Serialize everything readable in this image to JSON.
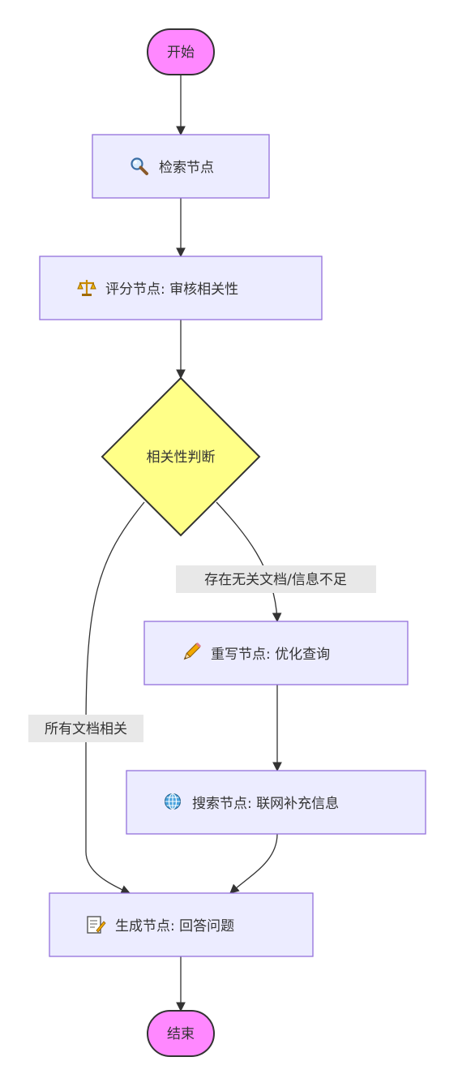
{
  "colors": {
    "terminal_fill": "#ff88ff",
    "terminal_stroke": "#333333",
    "process_fill": "#ececff",
    "process_stroke": "#9370db",
    "decision_fill": "#ffff88",
    "decision_stroke": "#333333",
    "edge": "#333333",
    "edge_label_bg": "#e8e8e8",
    "text": "#333333"
  },
  "nodes": {
    "start": {
      "label": "开始"
    },
    "retrieve": {
      "icon": "magnifier-icon",
      "label": "检索节点"
    },
    "grade": {
      "icon": "scales-icon",
      "label": "评分节点: 审核相关性"
    },
    "decision": {
      "label": "相关性判断"
    },
    "rewrite": {
      "icon": "pencil-icon",
      "label": "重写节点: 优化查询"
    },
    "websearch": {
      "icon": "globe-icon",
      "label": "搜索节点: 联网补充信息"
    },
    "generate": {
      "icon": "memo-icon",
      "label": "生成节点: 回答问题"
    },
    "end": {
      "label": "结束"
    }
  },
  "edges": {
    "irrelevant_label": "存在无关文档/信息不足",
    "all_relevant_label": "所有文档相关"
  }
}
